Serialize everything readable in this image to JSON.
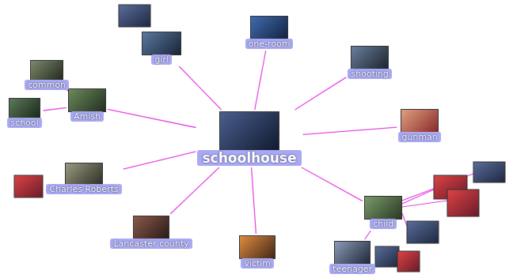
{
  "diagram": {
    "nodes": [
      {
        "text": [
          "schoolhouse"
        ]
      },
      {
        "text": [
          "one-room"
        ]
      },
      {
        "text": [
          "shooting"
        ]
      },
      {
        "text": [
          "gunman"
        ]
      },
      {
        "text": [
          "child"
        ]
      },
      {
        "text": [
          "victim"
        ]
      },
      {
        "text": [
          "Lancaster county"
        ]
      },
      {
        "text": [
          "Charles Roberts"
        ]
      },
      {
        "text": [
          "Amish"
        ]
      },
      {
        "text": [
          "girl"
        ]
      },
      {
        "text": [
          "common"
        ]
      },
      {
        "text": [
          "school"
        ]
      },
      {
        "text": [
          "teenager"
        ]
      }
    ],
    "edges": [
      {
        "from": 0,
        "to": 1,
        "arrow": "none"
      },
      {
        "from": 0,
        "to": 2,
        "arrow": "none"
      },
      {
        "from": 0,
        "to": 3,
        "arrow": "none"
      },
      {
        "from": 0,
        "to": 4,
        "arrow": "none"
      },
      {
        "from": 0,
        "to": 5,
        "arrow": "none"
      },
      {
        "from": 0,
        "to": 6,
        "arrow": "none"
      },
      {
        "from": 0,
        "to": 7,
        "arrow": "none"
      },
      {
        "from": 0,
        "to": 8,
        "arrow": "none"
      },
      {
        "from": 0,
        "to": 9,
        "arrow": "none"
      },
      {
        "from": 8,
        "to": 10,
        "arrow": "none"
      },
      {
        "from": 8,
        "to": 11,
        "arrow": "none"
      },
      {
        "from": 4,
        "to": 12,
        "arrow": "none"
      }
    ]
  }
}
